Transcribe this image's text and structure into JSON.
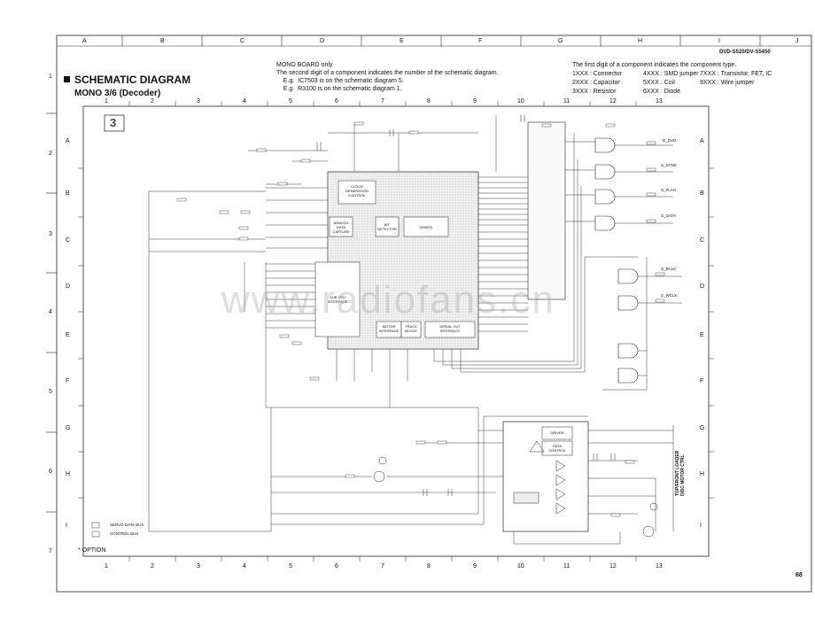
{
  "model": "DVD-S520/DV-S5450",
  "page_number": "68",
  "header": {
    "title": "SCHEMATIC DIAGRAM",
    "subtitle": "MONO 3/6 (Decoder)",
    "note_left": "MONO BOARD only\nThe second digit of a component indicates the number of the schematic diagram.\n    E.g.  IC7503 is on the schematic diagram 5.\n    E.g.  R3100 is on the schematic diagram 1.",
    "note_right_title": "The first digit of a component indicates the component type.",
    "component_types": [
      "1XXX : Connector",
      "2XXX : Capacitor",
      "3XXX : Resistor",
      "4XXX : SMD jumper",
      "5XXX : Coil",
      "6XXX : Diode",
      "7XXX : Transistor, FET, IC",
      "9XXX : Wire jumper"
    ]
  },
  "sheet_marker": "3",
  "outer_columns": [
    "A",
    "B",
    "C",
    "D",
    "E",
    "F",
    "G",
    "H",
    "I",
    "J"
  ],
  "outer_rows": [
    "1",
    "2",
    "3",
    "4",
    "5",
    "6",
    "7"
  ],
  "inner_columns": [
    "1",
    "2",
    "3",
    "4",
    "5",
    "6",
    "7",
    "8",
    "9",
    "10",
    "11",
    "12",
    "13"
  ],
  "inner_rows": [
    "A",
    "B",
    "C",
    "D",
    "E",
    "F",
    "G",
    "H",
    "I"
  ],
  "blocks": {
    "clock": "CLOCK\nGENERATION\nCONTROL",
    "analog": "ANALOG\nDATA\nCAPTURE",
    "bit_detector": "BIT\nDETECTOR",
    "demod": "DEMOD",
    "sub_cpu": "SUB CPU\nINTERFACE",
    "motor": "MOTOR\nINTERFACE",
    "track": "TRACK\nBLOCK",
    "serial_out": "SERIAL OUT\nINTERFACE",
    "driver": "DRIVER",
    "data_control": "DATA\nCONTROL"
  },
  "signals": {
    "dvd_d": "D_DVD",
    "s_sync": "S_SYNC",
    "s_flag": "S_FLAG",
    "s_data": "S_DATA",
    "s_bclk": "S_BCLK",
    "s_wclk": "S_WCLK",
    "servo_data": "SERVO DATA BUS",
    "control_bus": "CONTROL BUS",
    "tray_label": "TOP/FRONT LOADER\nDISC MOTOR CTRL"
  },
  "option_label": "* OPTION",
  "watermark": "www.radiofans.cn"
}
